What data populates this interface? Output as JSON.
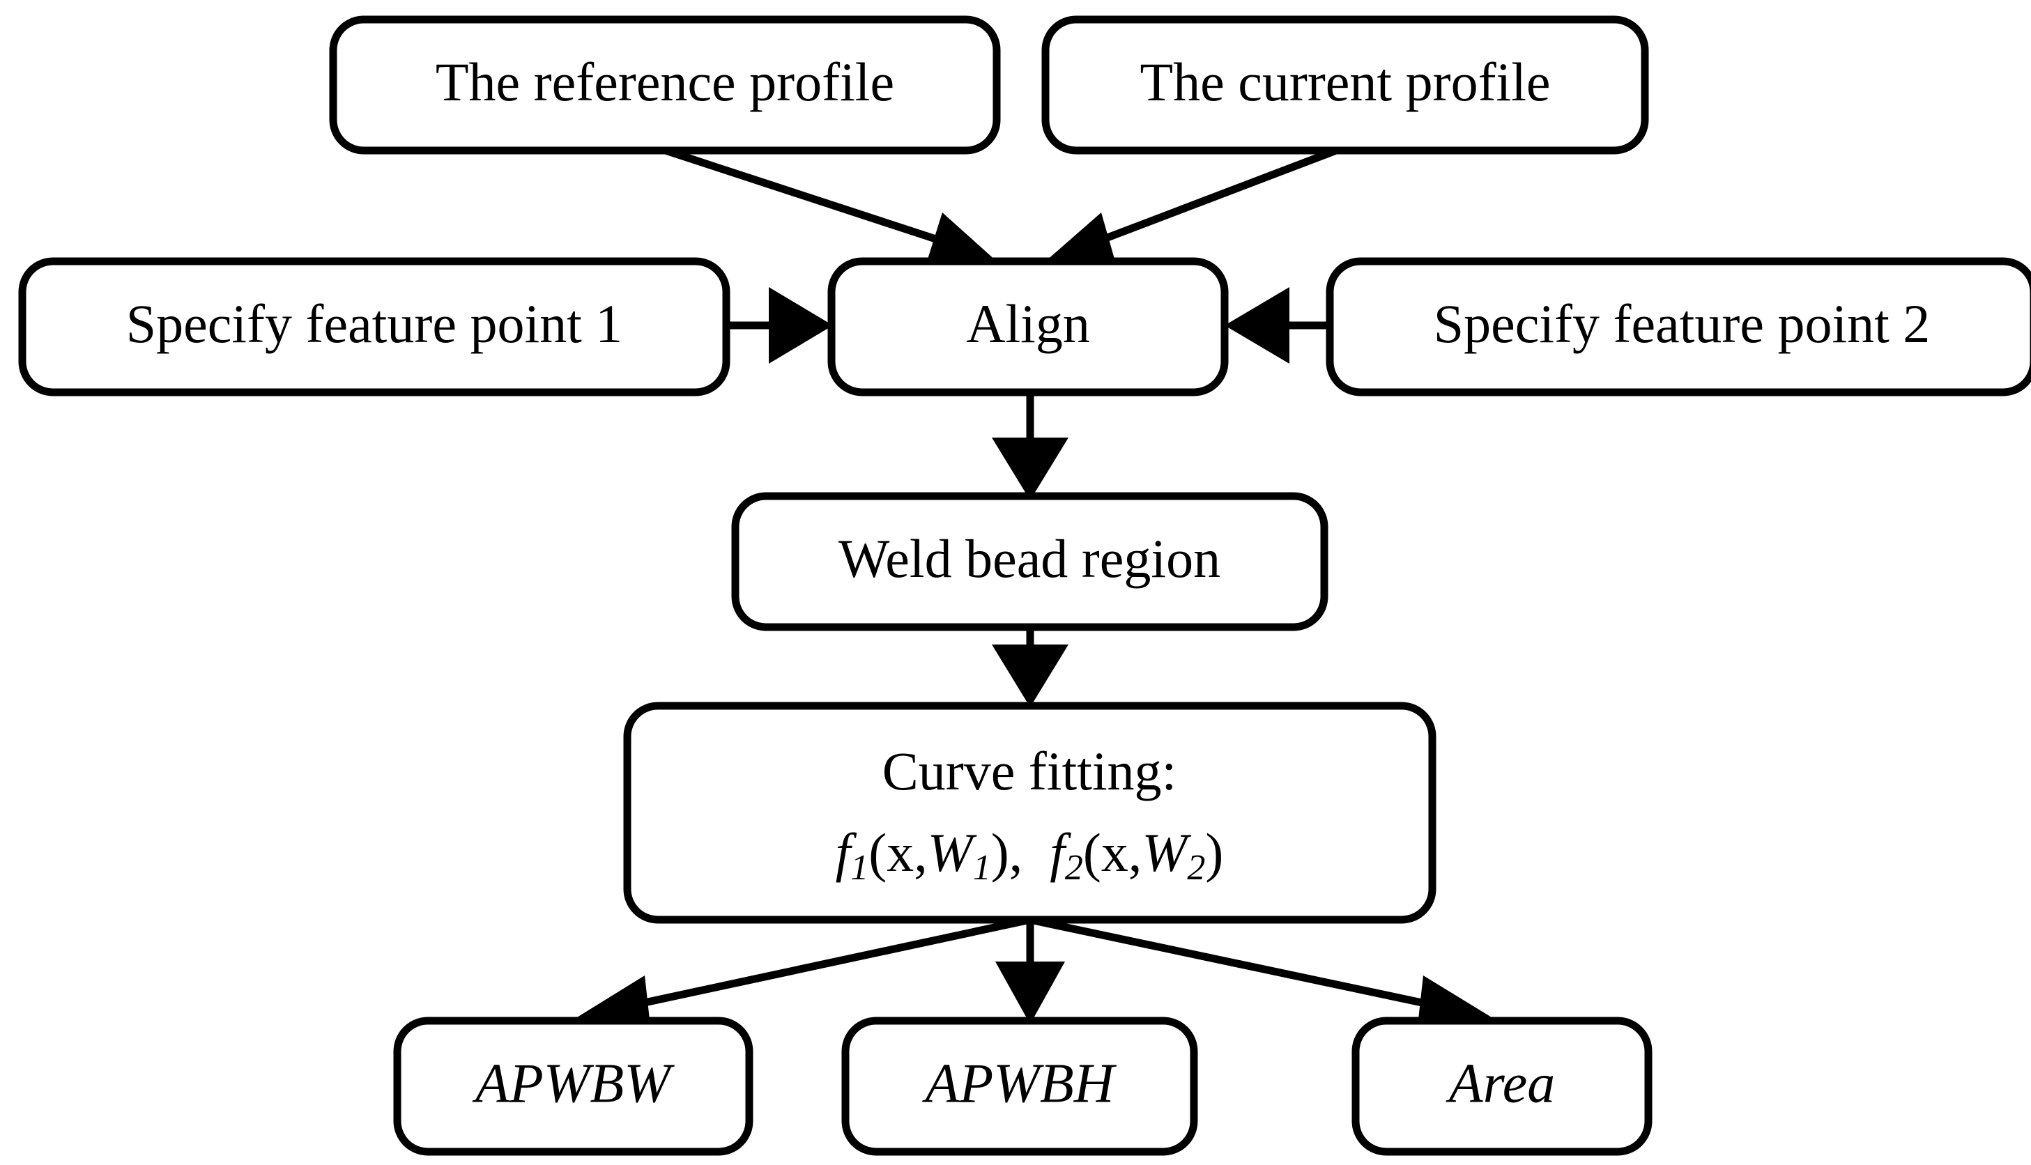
{
  "diagram": {
    "title": "Weld bead profile analysis flowchart",
    "type": "flowchart",
    "background_color": "#ffffff",
    "line_color": "#000000",
    "node_fill": "#ffffff",
    "nodes": [
      {
        "id": "reference-profile",
        "label": "The reference profile",
        "row": 1
      },
      {
        "id": "current-profile",
        "label": "The current profile",
        "row": 1
      },
      {
        "id": "feature-point-1",
        "label": "Specify feature point 1",
        "row": 2
      },
      {
        "id": "align",
        "label": "Align",
        "row": 2
      },
      {
        "id": "feature-point-2",
        "label": "Specify feature point 2",
        "row": 2
      },
      {
        "id": "weld-bead-region",
        "label": "Weld bead region",
        "row": 3
      },
      {
        "id": "curve-fitting",
        "label": "Curve fitting:",
        "row": 4
      },
      {
        "id": "apwbw",
        "label": "APWBW",
        "row": 5
      },
      {
        "id": "apwbh",
        "label": "APWBH",
        "row": 5
      },
      {
        "id": "area",
        "label": "Area",
        "row": 5
      }
    ],
    "curve_fitting": {
      "heading": "Curve fitting:",
      "formula_plain": "f1(x,W1),  f2(x,W2)",
      "terms": [
        {
          "fn": "f",
          "fn_sub": "1",
          "open": "(x,",
          "var": "W",
          "var_sub": "1",
          "close": "),"
        },
        {
          "fn": "f",
          "fn_sub": "2",
          "open": "(x,",
          "var": "W",
          "var_sub": "2",
          "close": ")"
        }
      ]
    },
    "edges": [
      {
        "from": "reference-profile",
        "to": "align",
        "style": "diagonal-arrow"
      },
      {
        "from": "current-profile",
        "to": "align",
        "style": "diagonal-arrow"
      },
      {
        "from": "feature-point-1",
        "to": "align",
        "style": "horizontal-arrow-right"
      },
      {
        "from": "feature-point-2",
        "to": "align",
        "style": "horizontal-arrow-left"
      },
      {
        "from": "align",
        "to": "weld-bead-region",
        "style": "vertical-arrow-down"
      },
      {
        "from": "weld-bead-region",
        "to": "curve-fitting",
        "style": "vertical-arrow-down"
      },
      {
        "from": "curve-fitting",
        "to": "apwbw",
        "style": "diagonal-arrow"
      },
      {
        "from": "curve-fitting",
        "to": "apwbh",
        "style": "vertical-arrow-down"
      },
      {
        "from": "curve-fitting",
        "to": "area",
        "style": "diagonal-arrow"
      }
    ]
  }
}
